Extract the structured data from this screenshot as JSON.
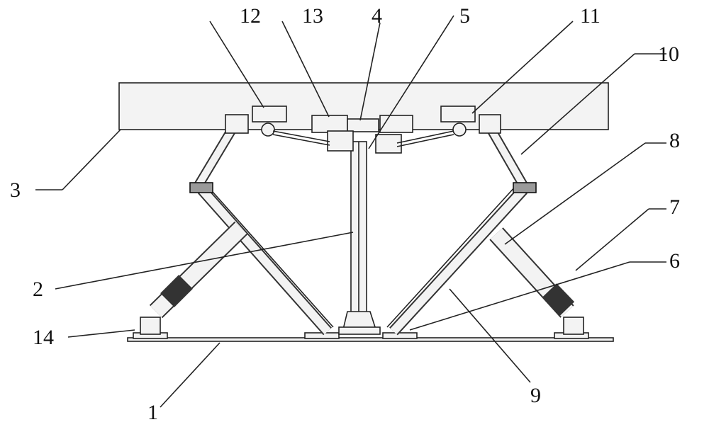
{
  "callouts": [
    "1",
    "2",
    "3",
    "4",
    "5",
    "6",
    "7",
    "8",
    "9",
    "10",
    "11",
    "12",
    "13",
    "14"
  ],
  "colors": {
    "line": "#222222",
    "paper": "#ffffff"
  }
}
